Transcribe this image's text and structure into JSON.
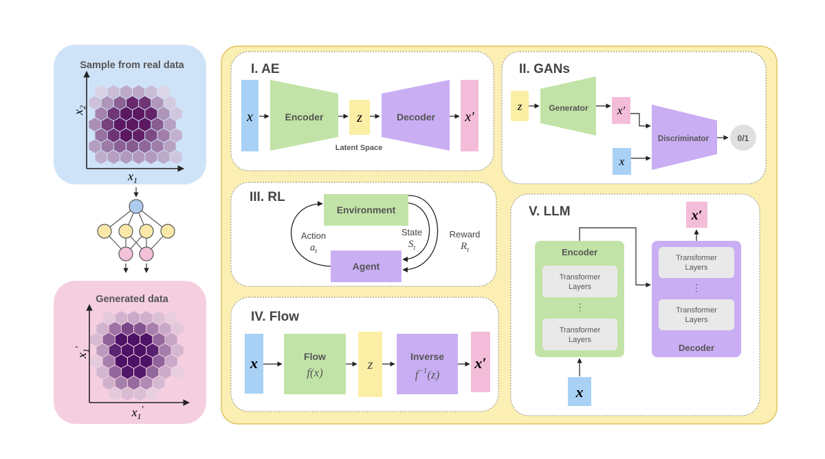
{
  "left": {
    "real_title": "Sample from real data",
    "real_ylabel_base": "x",
    "real_ylabel_sub": "2",
    "real_xlabel_base": "x",
    "real_xlabel_sub": "1",
    "gen_title": "Generated data",
    "gen_ylabel_base": "x",
    "gen_ylabel_sub": "1",
    "gen_ylabel_prime": "′",
    "gen_xlabel_base": "x",
    "gen_xlabel_sub": "1",
    "gen_xlabel_prime": "′",
    "real_bg": "#cfe3f8",
    "gen_bg": "#f5cfe0"
  },
  "ae": {
    "title": "I. AE",
    "x": "x",
    "encoder": "Encoder",
    "z": "z",
    "decoder": "Decoder",
    "xprime": "x′",
    "latent": "Latent Space"
  },
  "gans": {
    "title": "II. GANs",
    "z": "z",
    "generator": "Generator",
    "xprime": "x′",
    "x": "x",
    "discriminator": "Discriminator",
    "output": "0/1"
  },
  "rl": {
    "title": "III. RL",
    "environment": "Environment",
    "agent": "Agent",
    "action": "Action",
    "action_sym_base": "a",
    "action_sym_sub": "t",
    "state": "State",
    "state_sym_base": "S",
    "state_sym_sub": "t",
    "reward": "Reward",
    "reward_sym_base": "R",
    "reward_sym_sub": "t"
  },
  "flow": {
    "title": "IV. Flow",
    "x": "x",
    "flow_label": "Flow",
    "flow_fn": "f(x)",
    "z": "z",
    "inverse_label": "Inverse",
    "inverse_fn_base": "f",
    "inverse_fn_sup": "−1",
    "inverse_fn_arg": "(z)",
    "xprime": "x′"
  },
  "llm": {
    "title": "V. LLM",
    "encoder": "Encoder",
    "decoder": "Decoder",
    "tl_line1": "Transformer",
    "tl_line2": "Layers",
    "dots": "⋮",
    "x": "x",
    "xprime": "x′"
  },
  "colors": {
    "blue": "#a8d1f5",
    "green": "#c2e3a7",
    "yellow": "#fbefa6",
    "purple": "#c9aef3",
    "pink": "#f3bcd8",
    "panel_bg": "#fbefb3",
    "panel_border": "#e1c25c",
    "gray_circle": "#e0e0e0",
    "nn_blue": "#aecbef",
    "nn_yellow": "#f9e8a8",
    "nn_pink": "#f3c1d8"
  }
}
